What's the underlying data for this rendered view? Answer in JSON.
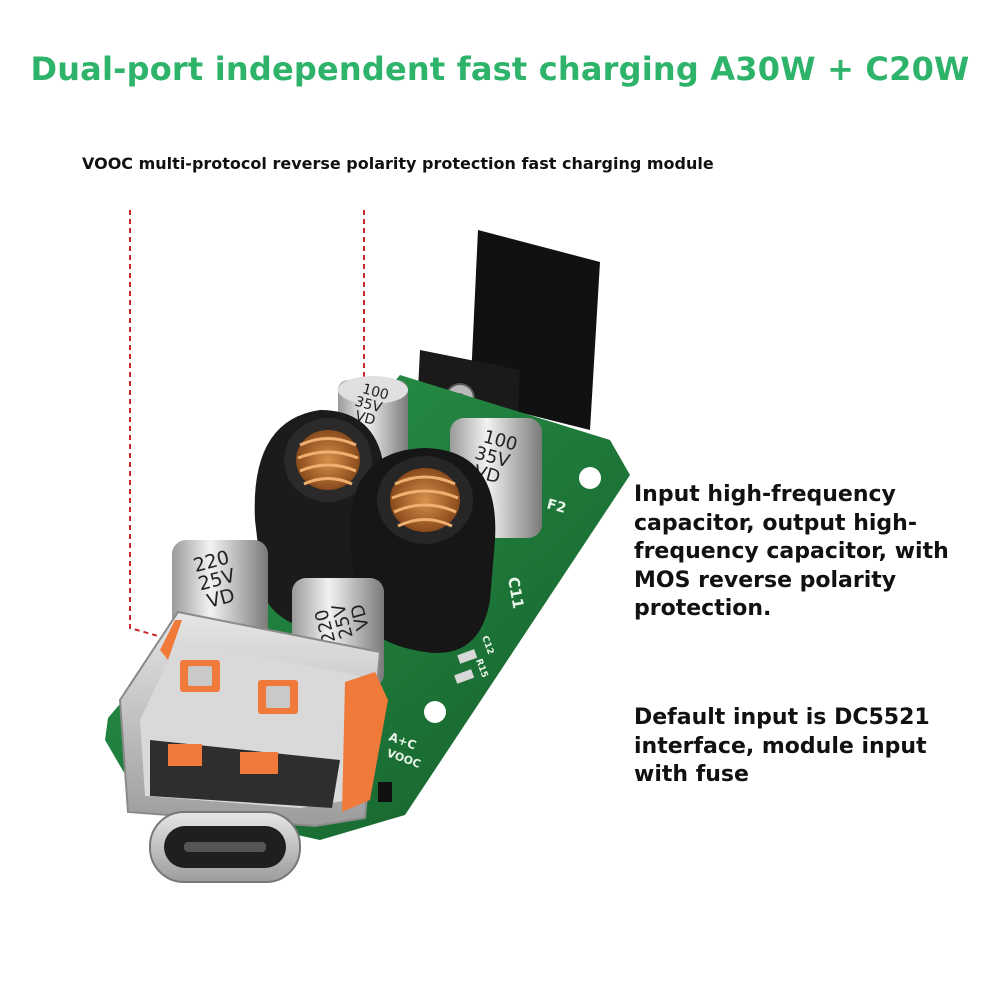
{
  "header": {
    "title": "Dual-port independent fast charging A30W + C20W",
    "subtitle": "VOOC multi-protocol reverse polarity protection fast charging module"
  },
  "annotations": [
    {
      "text": "Input high-frequency capacitor, output high-frequency capacitor, with MOS reverse polarity protection."
    },
    {
      "text": "Default input is DC5521 interface, module input with fuse"
    }
  ],
  "board_markings": {
    "cap_1": [
      "100",
      "35V",
      "VD"
    ],
    "cap_2": [
      "100",
      "35V",
      "VD"
    ],
    "cap_3": [
      "220",
      "25V",
      "VD"
    ],
    "cap_4": [
      "220",
      "25V",
      "VD"
    ],
    "silkscreen": [
      "F2",
      "C11",
      "C12",
      "R15",
      "A+C",
      "VOOC"
    ]
  },
  "colors": {
    "title": "#2db36a",
    "text": "#111111",
    "pcb": "#1c7a3a",
    "usb_insert": "#f07a3a",
    "guide_line": "#c8282a"
  }
}
